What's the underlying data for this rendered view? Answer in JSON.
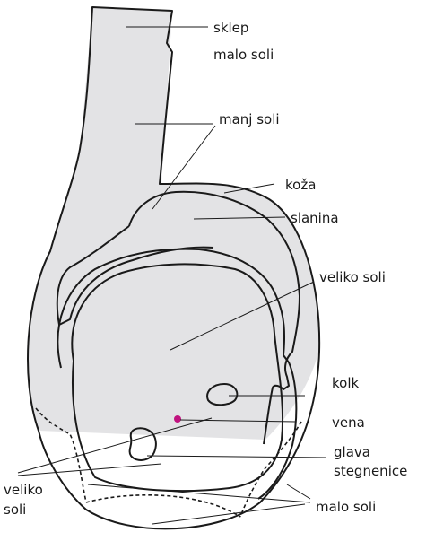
{
  "diagram": {
    "labels": {
      "sklep": "sklep",
      "malo_soli_top": "malo soli",
      "manj_soli": "manj soli",
      "koza": "koža",
      "slanina": "slanina",
      "veliko_soli_right": "veliko soli",
      "kolk": "kolk",
      "vena": "vena",
      "glava_line1": "glava",
      "glava_line2": "stegnenice",
      "veliko_left_line1": "veliko",
      "veliko_left_line2": "soli",
      "malo_soli_bottom": "malo soli"
    },
    "colors": {
      "shaded_region": "#e3e3e5",
      "outline": "#1a1a1a",
      "vein_dot": "#c0137f"
    }
  }
}
